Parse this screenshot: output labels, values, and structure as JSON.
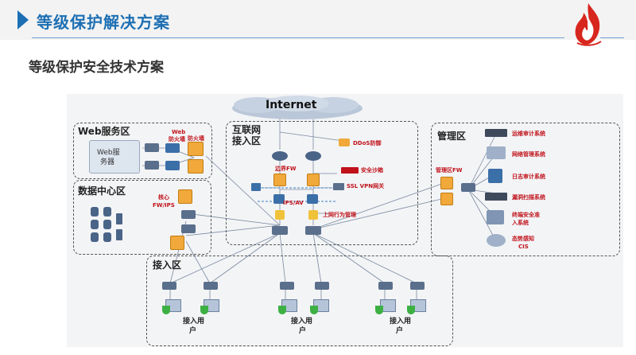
{
  "header": {
    "title": "等级保护解决方案"
  },
  "subtitle": "等级保护安全技术方案",
  "diagram": {
    "internet": "Internet",
    "zones": {
      "web": "Web服务区",
      "internet_access_l1": "互联网",
      "internet_access_l2": "接入区",
      "mgmt": "管理区",
      "datacenter": "数据中心区",
      "access": "接入区"
    },
    "web_server_l1": "Web服",
    "web_server_l2": "务器",
    "web_waf_l1": "Web",
    "web_waf_l2": "防火墙",
    "firewall": "防火墙",
    "core_fw_l1": "核心",
    "core_fw_l2": "FW/IPS",
    "ddos": "DDoS防御",
    "border_fw": "边界FW",
    "sandbox": "安全沙箱",
    "ssl_vpn": "SSL VPN网关",
    "ips_av": "IPS/AV",
    "behavior": "上网行为管理",
    "mgmt_fw": "管理区FW",
    "mgmt_items": [
      "运维审计系统",
      "网络管理系统",
      "日志审计系统",
      "漏洞扫描系统"
    ],
    "nac_l1": "终端安全准",
    "nac_l2": "入系统",
    "cis_l1": "态势感知",
    "cis_l2": "CIS",
    "access_users": [
      {
        "l1": "接入用",
        "l2": "户"
      },
      {
        "l1": "接入用",
        "l2": "户"
      },
      {
        "l1": "接入用",
        "l2": "户"
      }
    ]
  },
  "colors": {
    "accent": "#1d6fb3",
    "label_red": "#c0121a"
  }
}
